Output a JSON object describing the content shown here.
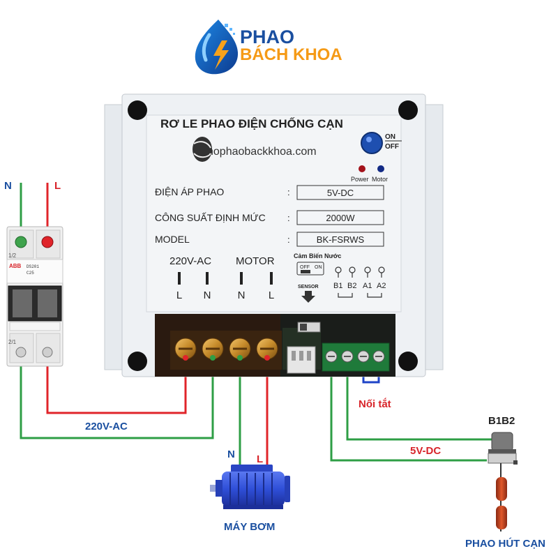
{
  "brand": {
    "line1": "PHAO",
    "line2": "BÁCH KHOA"
  },
  "relay": {
    "title": "RƠ LE PHAO ĐIỆN CHỐNG CẠN",
    "site": "hophaobackkhoa.com",
    "on_label": "ON",
    "off_label": "OFF",
    "power_label": "Power",
    "motor_label": "Motor",
    "specs": [
      {
        "label": "ĐIỆN ÁP PHAO",
        "sep": ":",
        "value": "5V-DC"
      },
      {
        "label": "CÔNG SUẤT ĐỊNH MỨC",
        "sep": ":",
        "value": "2000W"
      },
      {
        "label": "MODEL",
        "sep": ":",
        "value": "BK-FSRWS"
      }
    ],
    "section_ac": "220V-AC",
    "section_motor": "MOTOR",
    "terminal_letters": [
      "L",
      "N",
      "N",
      "L"
    ],
    "sensor_title": "Cảm Biến Nước",
    "switch_off": "OFF",
    "switch_on": "ON",
    "sensor_label": "SENSOR",
    "float_terms": [
      "B1",
      "B2",
      "A1",
      "A2"
    ]
  },
  "breaker": {
    "n_label": "N",
    "l_label": "L",
    "brand": "ABB",
    "model": "DS201",
    "rating": "C25",
    "port_top": "1/2",
    "port_bottom": "2/1"
  },
  "wires": {
    "ac_label": "220V-AC",
    "dc_label": "5V-DC",
    "short_label": "Nối tắt"
  },
  "motor": {
    "n_label": "N",
    "l_label": "L",
    "caption": "MÁY BƠM"
  },
  "float_switch": {
    "top_label": "B1B2",
    "caption": "PHAO HÚT CẠN"
  },
  "colors": {
    "green_wire": "#2e9e45",
    "red_wire": "#e0242a",
    "blue_text": "#1a4fa0",
    "red_text": "#d8242a",
    "relay_body": "#e9edf0",
    "motor_blue": "#2f4fd8"
  }
}
